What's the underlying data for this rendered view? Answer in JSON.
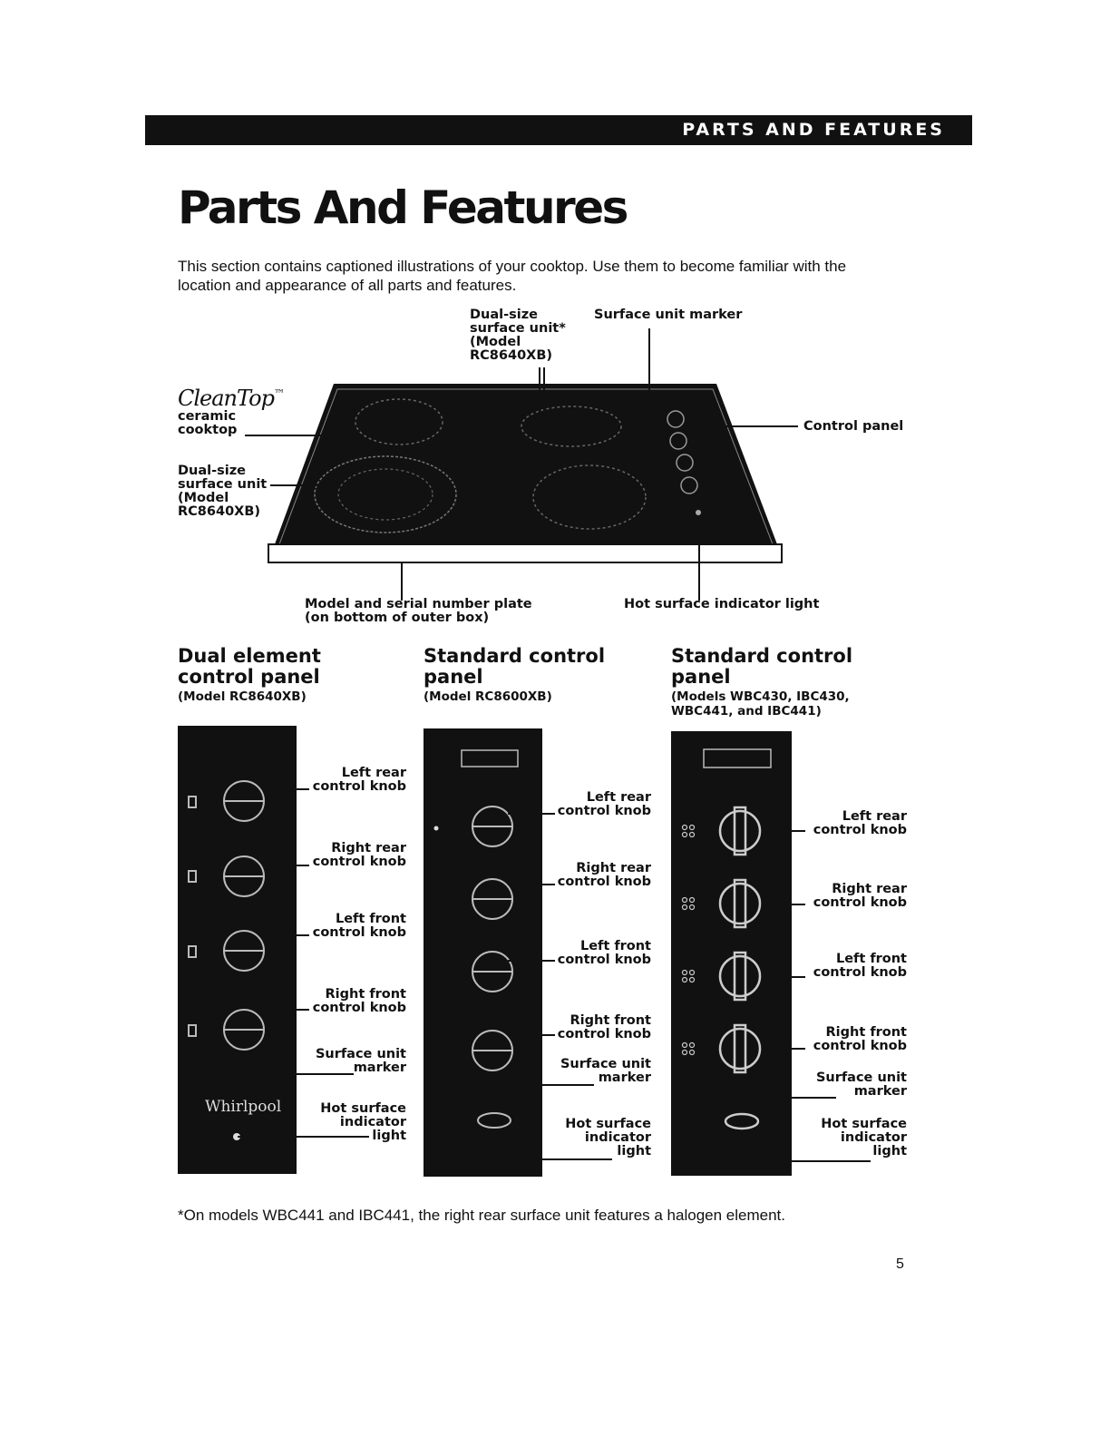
{
  "header": {
    "bar_text": "PARTS AND FEATURES"
  },
  "page": {
    "title": "Parts And Features",
    "intro": "This section contains captioned illustrations of your cooktop. Use them to become familiar with the location and appearance of all parts and features.",
    "footnote": "*On models WBC441 and IBC441, the right rear surface unit features a halogen element.",
    "page_number": "5"
  },
  "cooktop": {
    "brand": "CleanTop",
    "brand_mark": "™",
    "callouts": {
      "ceramic_cooktop": "ceramic\ncooktop",
      "dual_size_left": "Dual-size\nsurface unit\n(Model\nRC8640XB)",
      "dual_size_top": "Dual-size\nsurface unit*\n(Model\nRC8640XB)",
      "surface_unit_marker": "Surface unit marker",
      "control_panel": "Control panel",
      "model_plate": "Model and serial number plate\n(on bottom of outer box)",
      "hot_surface": "Hot surface indicator light"
    }
  },
  "panels": [
    {
      "heading": "Dual element\ncontrol panel",
      "model": "(Model RC8640XB)",
      "labels": [
        "Left rear\ncontrol knob",
        "Right rear\ncontrol knob",
        "Left front\ncontrol knob",
        "Right front\ncontrol knob",
        "Surface unit\nmarker",
        "Hot surface\nindicator\nlight"
      ],
      "logo": "Whirlpool"
    },
    {
      "heading": "Standard control\npanel",
      "model": "(Model RC8600XB)",
      "labels": [
        "Left rear\ncontrol knob",
        "Right rear\ncontrol knob",
        "Left front\ncontrol knob",
        "Right front\ncontrol knob",
        "Surface unit\nmarker",
        "Hot surface\nindicator\nlight"
      ]
    },
    {
      "heading": "Standard control\npanel",
      "model": "(Models WBC430, IBC430,\nWBC441, and IBC441)",
      "labels": [
        "Left rear\ncontrol knob",
        "Right rear\ncontrol knob",
        "Left front\ncontrol knob",
        "Right front\ncontrol knob",
        "Surface unit\nmarker",
        "Hot surface\nindicator\nlight"
      ]
    }
  ]
}
